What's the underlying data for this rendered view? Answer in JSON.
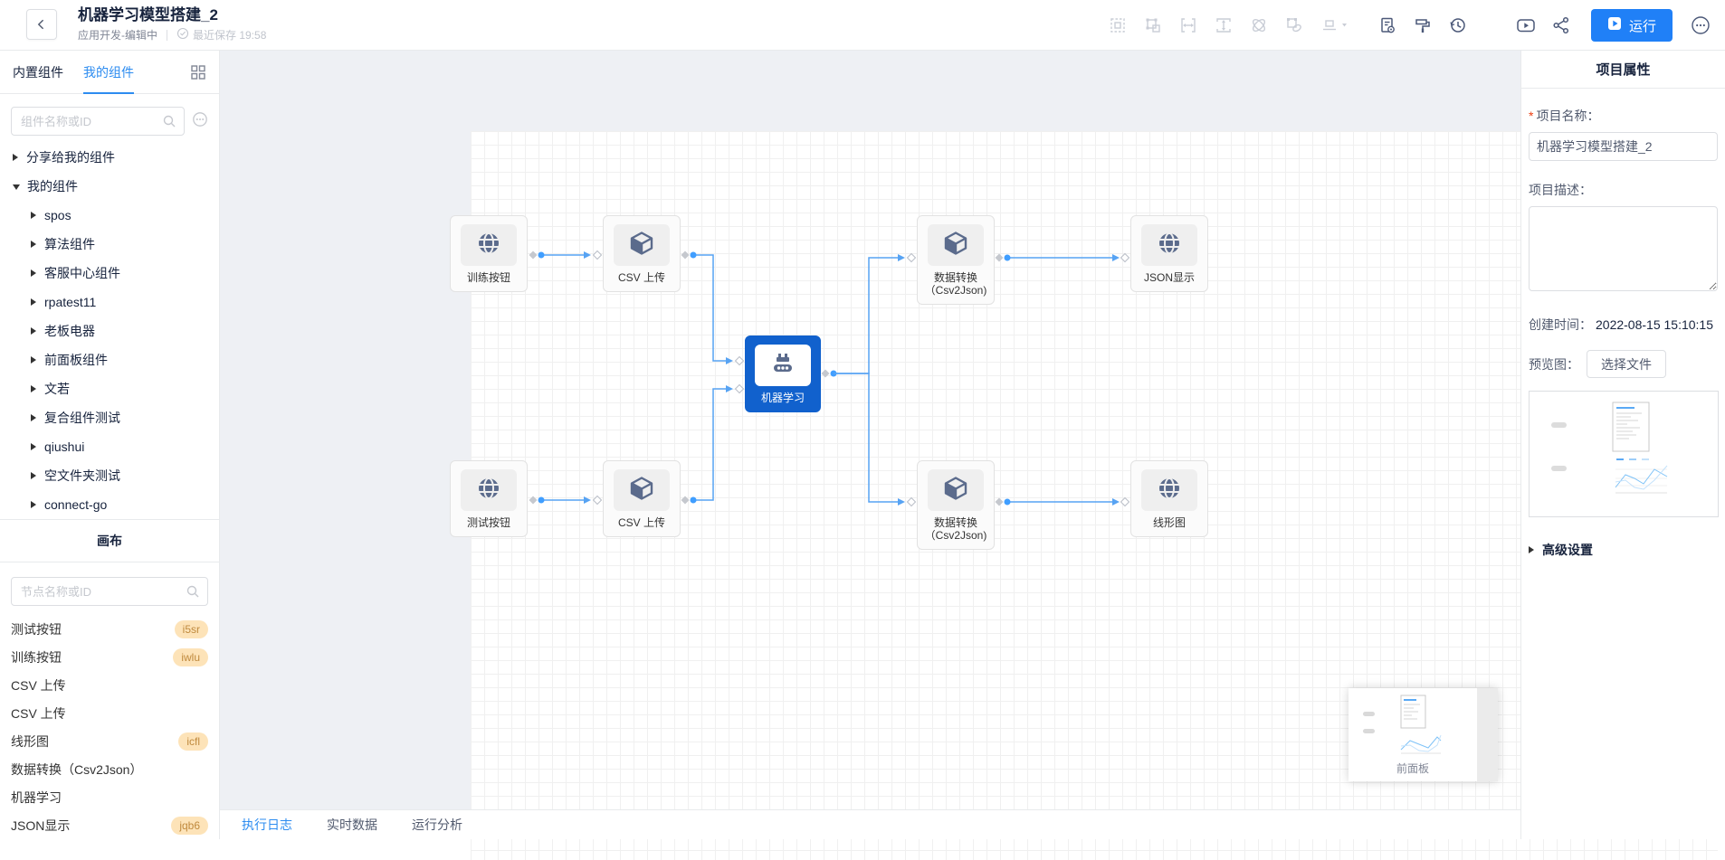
{
  "header": {
    "title": "机器学习模型搭建_2",
    "subtitle": "应用开发-编辑中",
    "save_status": "最近保存 19:58",
    "run_label": "运行"
  },
  "sidebar": {
    "tabs": [
      {
        "label": "内置组件"
      },
      {
        "label": "我的组件"
      }
    ],
    "component_search_placeholder": "组件名称或ID",
    "tree": [
      {
        "label": "分享给我的组件"
      },
      {
        "label": "我的组件"
      },
      {
        "label": "spos"
      },
      {
        "label": "算法组件"
      },
      {
        "label": "客服中心组件"
      },
      {
        "label": "rpatest11"
      },
      {
        "label": "老板电器"
      },
      {
        "label": "前面板组件"
      },
      {
        "label": "文若"
      },
      {
        "label": "复合组件测试"
      },
      {
        "label": "qiushui"
      },
      {
        "label": "空文件夹测试"
      },
      {
        "label": "connect-go"
      }
    ],
    "canvas_panel": {
      "title": "画布",
      "node_search_placeholder": "节点名称或ID",
      "node_list": [
        {
          "label": "测试按钮",
          "badge": "i5sr"
        },
        {
          "label": "训练按钮",
          "badge": "iwlu"
        },
        {
          "label": "CSV 上传"
        },
        {
          "label": "CSV 上传"
        },
        {
          "label": "线形图",
          "badge": "icfl"
        },
        {
          "label": "数据转换（Csv2Json）"
        },
        {
          "label": "机器学习"
        },
        {
          "label": "JSON显示",
          "badge": "jqb6"
        }
      ]
    }
  },
  "canvas": {
    "nodes": [
      {
        "label": "训练按钮",
        "icon": "globe-icon"
      },
      {
        "label": "CSV 上传",
        "icon": "cube-icon"
      },
      {
        "label": "机器学习",
        "icon": "robot-arm-icon",
        "selected": true
      },
      {
        "label": "数据转换（Csv2Json)",
        "icon": "cube-icon"
      },
      {
        "label": "JSON显示",
        "icon": "globe-icon"
      },
      {
        "label": "测试按钮",
        "icon": "globe-icon"
      },
      {
        "label": "CSV 上传",
        "icon": "cube-icon"
      },
      {
        "label": "数据转换（Csv2Json)",
        "icon": "cube-icon"
      },
      {
        "label": "线形图",
        "icon": "globe-icon"
      }
    ]
  },
  "right_panel": {
    "title": "项目属性",
    "required_mark": "*",
    "name_label": "项目名称：",
    "name_value": "机器学习模型搭建_2",
    "desc_label": "项目描述：",
    "created_label": "创建时间：",
    "created_value": "2022-08-15 15:10:15",
    "preview_label": "预览图：",
    "choose_file_label": "选择文件",
    "advanced_label": "高级设置"
  },
  "bottom_bar": {
    "tabs": [
      {
        "label": "执行日志"
      },
      {
        "label": "实时数据"
      },
      {
        "label": "运行分析"
      }
    ]
  },
  "minimap": {
    "label": "前面板"
  },
  "icons": {
    "toolbar_disabled": [
      "marquee-select-icon",
      "group-icon",
      "distribute-horizontal-icon",
      "distribute-vertical-icon",
      "overlap-icon",
      "ungroup-icon",
      "align-dropdown-icon"
    ],
    "toolbar_enabled": [
      "doc-settings-icon",
      "format-roller-icon",
      "history-icon",
      "video-play-icon",
      "share-icon",
      "more-icon"
    ],
    "node_icons": [
      "globe-icon",
      "cube-icon",
      "robot-arm-icon"
    ]
  },
  "colors": {
    "accent": "#2d8cf0",
    "run_button": "#2080f7",
    "edge": "#57a3f3",
    "selected_node": "#1161cd",
    "badge_bg": "#fde3b8",
    "badge_text": "#c08a3e",
    "node_icon": "#5b6b8c"
  }
}
